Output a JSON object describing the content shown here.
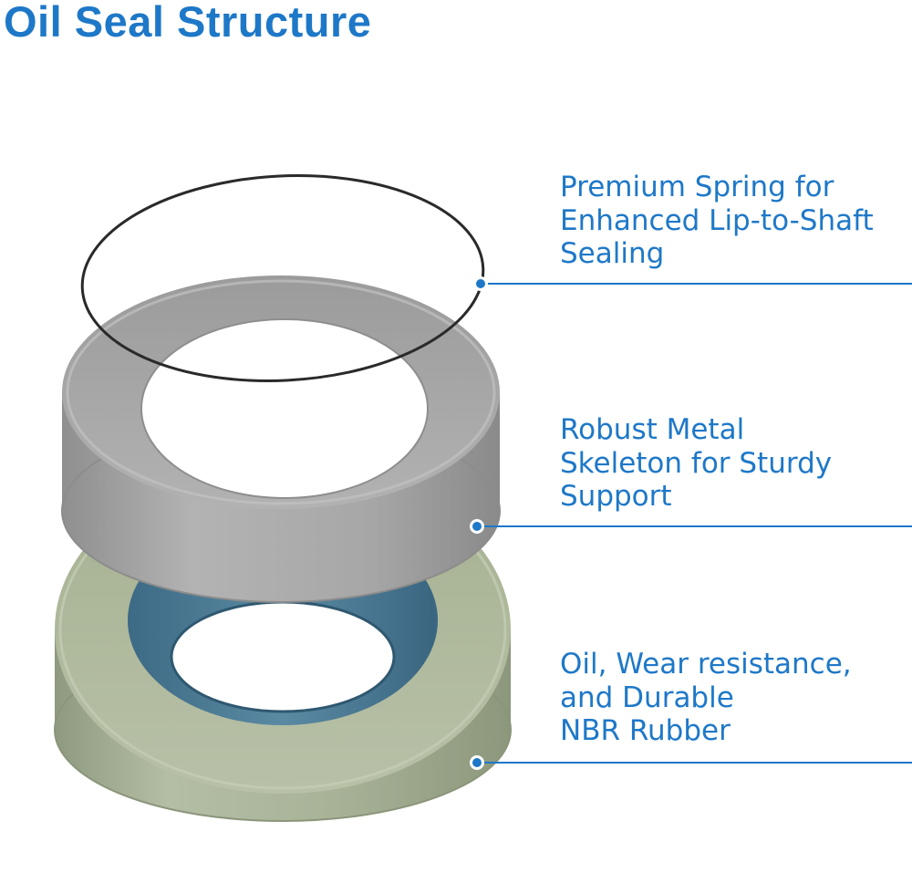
{
  "title": "Oil Seal Structure",
  "accent_color": "#1e78c8",
  "callouts": [
    {
      "lines": [
        "Premium Spring for",
        "Enhanced Lip-to-Shaft",
        "Sealing"
      ]
    },
    {
      "lines": [
        "Robust Metal",
        "Skeleton for Sturdy",
        "Support"
      ]
    },
    {
      "lines": [
        "Oil, Wear resistance,",
        "and Durable",
        "NBR Rubber"
      ]
    }
  ]
}
